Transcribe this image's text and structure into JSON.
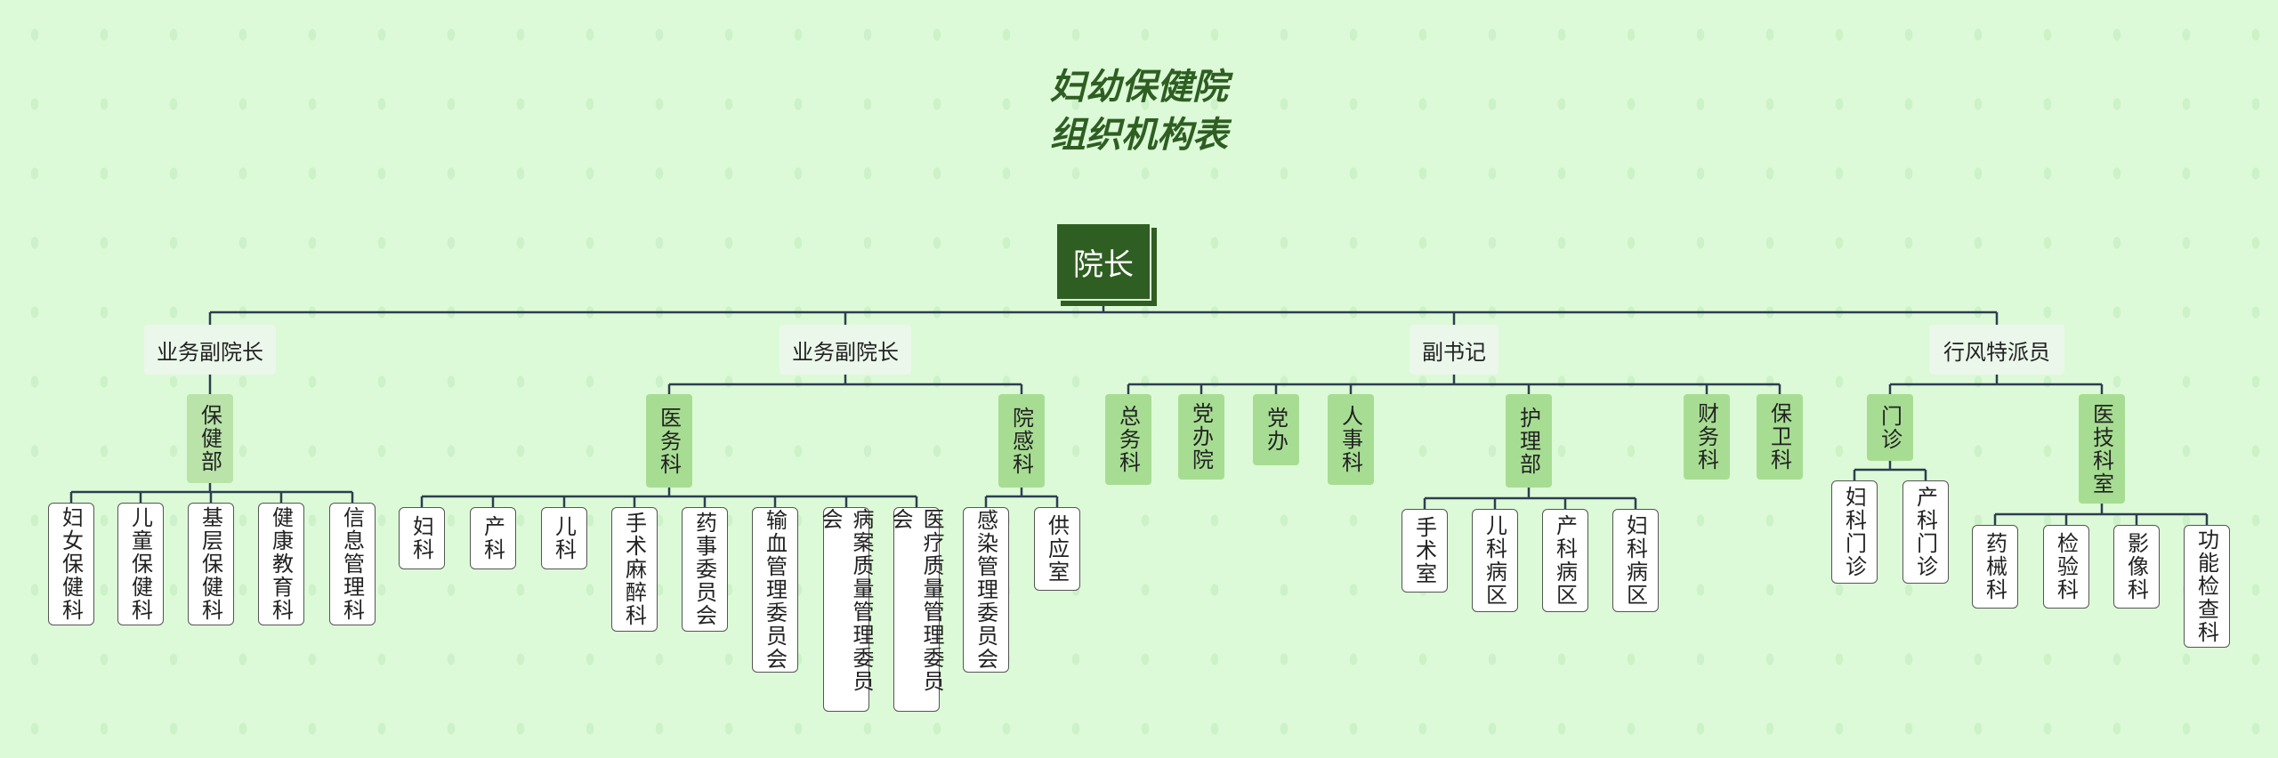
{
  "title_line1": "妇幼保健院",
  "title_line2": "组织机构表",
  "root": "院长",
  "l1": [
    "业务副院长",
    "业务副院长",
    "副书记",
    "行风特派员"
  ],
  "l2": {
    "baojian": "保健部",
    "yiwu": "医务科",
    "yuangan": "院感科",
    "zongwu": "总务科",
    "dangbanyuan": "党办院",
    "dangban": "党办",
    "renshi": "人事科",
    "huli": "护理部",
    "caiwu": "财务科",
    "baowei": "保卫科",
    "menzhen": "门诊",
    "yiji": "医技科室"
  },
  "leaves": {
    "baojian": [
      "妇女保健科",
      "儿童保健科",
      "基层保健科",
      "健康教育科",
      "信息管理科"
    ],
    "yiwu": [
      "妇科",
      "产科",
      "儿科",
      "手术麻醉科",
      "药事委员会",
      "输血管理委员会",
      "病案质量管理委员会",
      "医疗质量管理委员会"
    ],
    "yuangan": [
      "感染管理委员会",
      "供应室"
    ],
    "huli": [
      "手术室",
      "儿科病区",
      "产科病区",
      "妇科病区"
    ],
    "menzhen": [
      "妇科门诊",
      "产科门诊"
    ],
    "yiji": [
      "药械科",
      "检验科",
      "影像科",
      "功能检查科"
    ]
  }
}
